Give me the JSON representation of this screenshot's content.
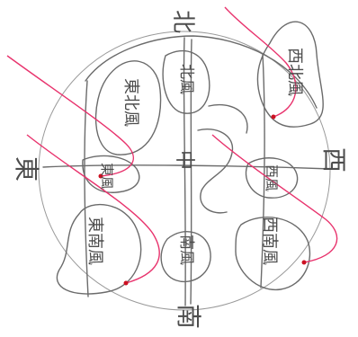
{
  "labels": {
    "north": "北",
    "south": "南",
    "east": "東",
    "west": "西",
    "center": "中",
    "northeast_wind": "東北風",
    "northwest_wind": "西北風",
    "north_wind": "北風",
    "east_wind": "東風",
    "west_wind": "西風",
    "southeast_wind": "東南風",
    "southwest_wind": "西南風",
    "south_wind": "南風"
  },
  "colors": {
    "pencil": "#6b6b6b",
    "pencil_light": "#9a9a9a",
    "red_line": "#e8336d",
    "red_dot": "#cc1122"
  }
}
